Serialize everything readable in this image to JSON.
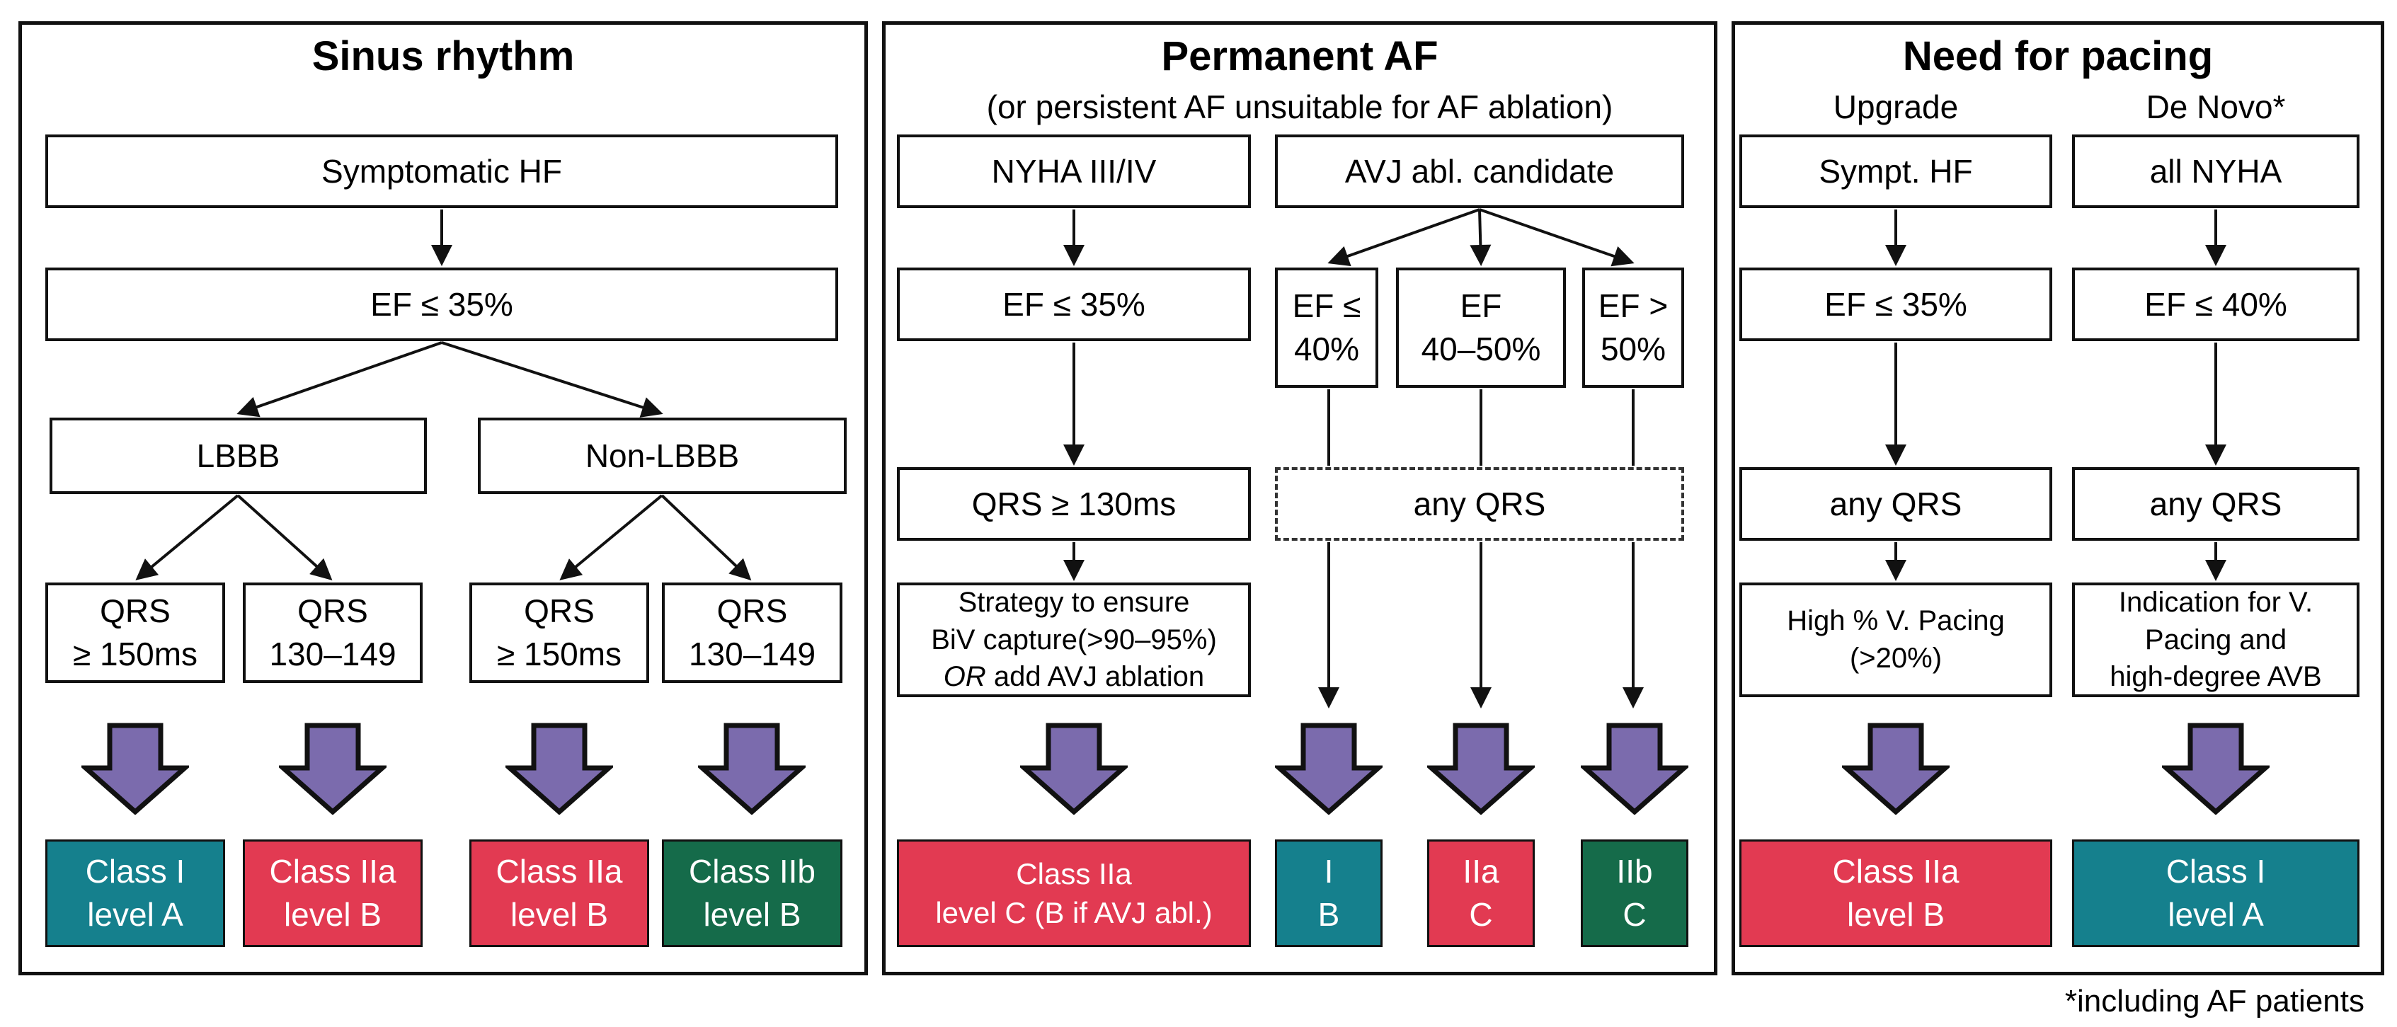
{
  "colors": {
    "teal": "#15808d",
    "red": "#e23a52",
    "green": "#156b4a",
    "purple": "#7b6bad"
  },
  "sinus": {
    "title": "Sinus rhythm",
    "symptomatic_hf": "Symptomatic HF",
    "ef35": "EF ≤ 35%",
    "lbbb": "LBBB",
    "non_lbbb": "Non-LBBB",
    "qrs_150_a": "QRS\n≥ 150ms",
    "qrs_130149_a": "QRS\n130–149",
    "qrs_150_b": "QRS\n≥ 150ms",
    "qrs_130149_b": "QRS\n130–149",
    "class_i_a": "Class I\nlevel A",
    "class_iia_b_1": "Class IIa\nlevel B",
    "class_iia_b_2": "Class IIa\nlevel B",
    "class_iib_b": "Class IIb\nlevel B"
  },
  "af": {
    "title": "Permanent AF",
    "subtitle": "(or persistent AF unsuitable for AF ablation)",
    "nyha": "NYHA III/IV",
    "avj": "AVJ abl. candidate",
    "ef35": "EF ≤ 35%",
    "ef40": "EF ≤\n40%",
    "ef4050": "EF\n40–50%",
    "ef50": "EF >\n50%",
    "qrs130": "QRS ≥ 130ms",
    "any_qrs": "any QRS",
    "strategy_line1": "Strategy to ensure",
    "strategy_line2": "BiV capture(>90–95%)",
    "strategy_or": "OR",
    "strategy_rest": " add AVJ ablation",
    "class_main": "Class IIa\nlevel C (B if AVJ abl.)",
    "class_i_b": "I\nB",
    "class_iia_c": "IIa\nC",
    "class_iib_c": "IIb\nC"
  },
  "pacing": {
    "title": "Need for pacing",
    "col_upgrade": "Upgrade",
    "col_de_novo": "De Novo*",
    "sympt_hf": "Sympt. HF",
    "all_nyha": "all NYHA",
    "ef35": "EF ≤ 35%",
    "ef40": "EF ≤ 40%",
    "any_qrs_upgrade": "any QRS",
    "any_qrs_denovo": "any QRS",
    "high_pacing": "High % V. Pacing\n(>20%)",
    "indication": "Indication for V.\nPacing and\nhigh-degree AVB",
    "class_iia_b": "Class IIa\nlevel B",
    "class_i_a": "Class I\nlevel A"
  },
  "footnote": "*including AF patients"
}
